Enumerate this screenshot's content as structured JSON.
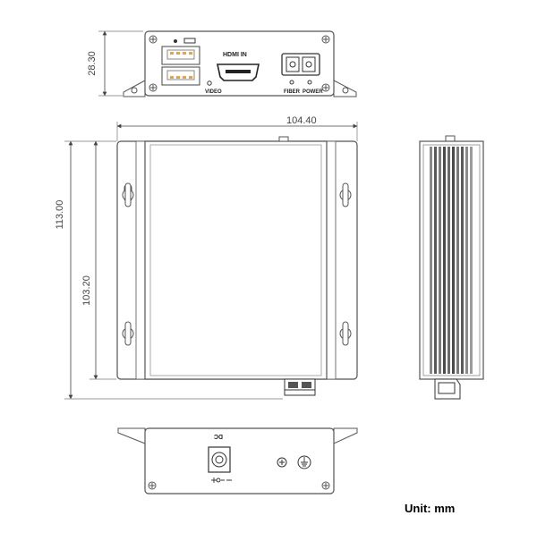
{
  "dimensions": {
    "front_height": "28.30",
    "top_width": "104.40",
    "top_total_height": "113.00",
    "top_body_height": "103.20"
  },
  "ports": {
    "hdmi": "HDMI IN",
    "video": "VIDEO",
    "fiber": "FIBER",
    "power": "POWER",
    "dc": "DC"
  },
  "unit_label": "Unit: mm",
  "colors": {
    "rj45_accent": "#e8a14c",
    "line": "#555555",
    "heatsink_dark": "#5a5a5a",
    "heatsink_light": "#c8c8c8"
  }
}
